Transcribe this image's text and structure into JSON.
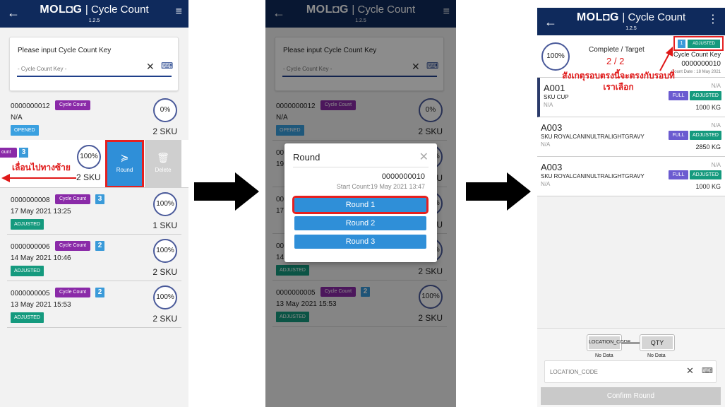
{
  "app": {
    "logo": "MOL◘G",
    "title": "| Cycle Count",
    "version": "1.2.5"
  },
  "icons": {
    "back": "arrow-left-icon",
    "filter": "filter-icon",
    "menu": "kebab-menu-icon",
    "clear": "close-icon",
    "keyboard": "keyboard-icon",
    "round": "round-icon",
    "delete": "trash-icon"
  },
  "colors": {
    "header": "#0f2a5c",
    "cycle_tag": "#8a2aa8",
    "opened": "#3aa0e0",
    "adjusted": "#159a7e",
    "round_action": "#2f8fd8",
    "highlight": "#e52020"
  },
  "screen1": {
    "key_label": "Please input Cycle Count Key",
    "key_placeholder": "- Cycle Count Key -",
    "items": [
      {
        "code": "0000000012",
        "tag": "Cycle Count",
        "sub": "N/A",
        "status": "OPENED",
        "pct": "0%",
        "sku": "2 SKU"
      },
      {
        "tag": "ount",
        "round": "3",
        "pct": "100%",
        "sku": "2 SKU"
      },
      {
        "code": "0000000008",
        "tag": "Cycle Count",
        "round": "3",
        "sub": "17 May 2021 13:25",
        "status": "ADJUSTED",
        "pct": "100%",
        "sku": "1 SKU"
      },
      {
        "code": "0000000006",
        "tag": "Cycle Count",
        "round": "2",
        "sub": "14 May 2021 10:46",
        "status": "ADJUSTED",
        "pct": "100%",
        "sku": "2 SKU"
      },
      {
        "code": "0000000005",
        "tag": "Cycle Count",
        "round": "2",
        "sub": "13 May 2021 15:53",
        "status": "ADJUSTED",
        "pct": "100%",
        "sku": "2 SKU"
      }
    ],
    "actions": {
      "round": "Round",
      "delete": "Delete"
    },
    "annotation": "เลื่อนไปทางซ้าย"
  },
  "screen2": {
    "key_label": "Please input Cycle Count Key",
    "key_placeholder": "- Cycle Count Key -",
    "items": [
      {
        "code": "0000000012",
        "tag": "Cycle Count",
        "sub": "N/A",
        "status": "OPENED",
        "pct": "0%",
        "sku": "2 SKU"
      },
      {
        "code": "00",
        "sub": "19",
        "pct": "100%",
        "sku": "2 SKU"
      },
      {
        "code": "00",
        "sub": "17",
        "pct": "100%",
        "sku": "1 SKU"
      },
      {
        "code": "00",
        "sub": "14",
        "status": "ADJUSTED",
        "pct": "100%",
        "sku": "2 SKU"
      },
      {
        "code": "0000000005",
        "tag": "Cycle Count",
        "round": "2",
        "sub": "13 May 2021 15:53",
        "status": "ADJUSTED",
        "pct": "100%",
        "sku": "2 SKU"
      }
    ],
    "modal": {
      "title": "Round",
      "code": "0000000010",
      "start": "Start Count:19 May 2021 13:47",
      "rounds": [
        "Round 1",
        "Round 2",
        "Round 3"
      ]
    }
  },
  "screen3": {
    "pct": "100%",
    "complete_label": "Complete / Target",
    "complete_value": "2 / 2",
    "round_no": "1",
    "round_status": "ADJUSTED",
    "key_label": "Cycle Count Key",
    "key_value": "0000000010",
    "count_date": "Count Date : 18 May 2021",
    "annotation": "สังเกตุรอบตรงนี้จะตรงกับรอบที่เราเลือก",
    "items": [
      {
        "loc": "A001",
        "sku": "SKU CUP",
        "na": "N/A",
        "na_right": "N/A",
        "full": "FULL",
        "adj": "ADJUSTED",
        "qty": "1000 KG"
      },
      {
        "loc": "A003",
        "sku": "SKU ROYALCANINULTRALIGHTGRAVY",
        "na": "N/A",
        "na_right": "N/A",
        "full": "FULL",
        "adj": "ADJUSTED",
        "qty": "2850 KG"
      },
      {
        "loc": "A003",
        "sku": "SKU ROYALCANINULTRALIGHTGRAVY",
        "na": "N/A",
        "na_right": "N/A",
        "full": "FULL",
        "adj": "ADJUSTED",
        "qty": "1000 KG"
      }
    ],
    "step_loc": "LOCATION_CODE",
    "step_qty": "QTY",
    "nodata1": "No Data",
    "nodata2": "No Data",
    "loc_placeholder": "LOCATION_CODE",
    "confirm": "Confirm Round"
  }
}
